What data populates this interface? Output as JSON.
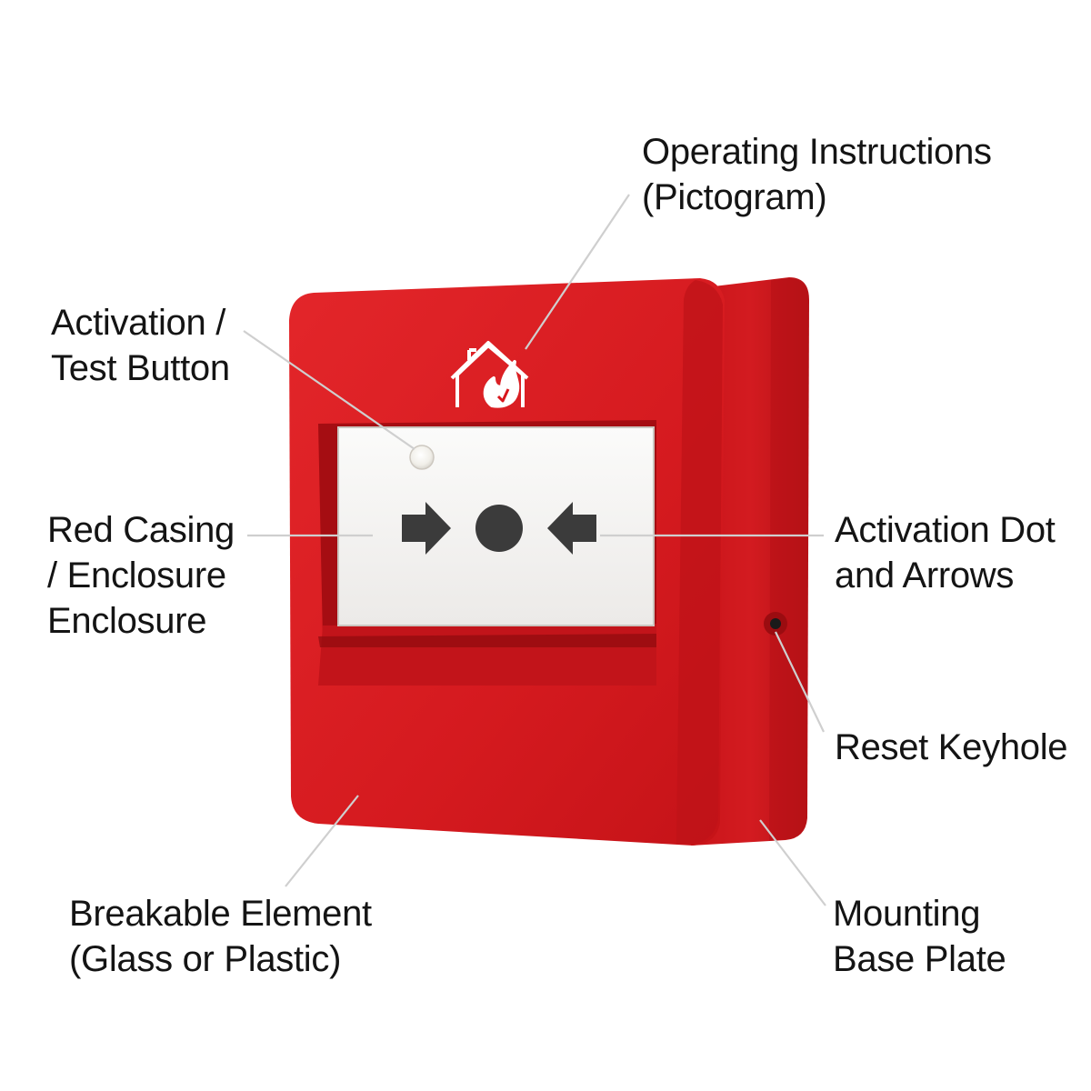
{
  "colors": {
    "casing": "#d8161c",
    "casing_shadow": "#a90d12",
    "window": "#f4f4f2",
    "symbols": "#3b3b3b",
    "leader_lines": "#cfcfcf",
    "text": "#141414"
  },
  "icons": {
    "pictogram": "house-fire-icon",
    "activation_arrows": "arrows-pointing-to-dot-icon",
    "reset": "keyhole-icon"
  },
  "callouts": {
    "operating_instructions": {
      "line1": "Operating Instructions",
      "line2": "(Pictogram)"
    },
    "activation_button": {
      "line1": "Activation /",
      "line2": "Test Button"
    },
    "red_casing": {
      "line1": "Red Casing",
      "line2": "/ Enclosure",
      "line3": "Enclosure"
    },
    "activation_dot": {
      "line1": "Activation Dot",
      "line2": "and Arrows"
    },
    "reset_keyhole": {
      "line1": "Reset Keyhole"
    },
    "breakable_element": {
      "line1": "Breakable Element",
      "line2": "(Glass or Plastic)"
    },
    "mounting_base": {
      "line1": "Mounting",
      "line2": "Base Plate"
    }
  }
}
